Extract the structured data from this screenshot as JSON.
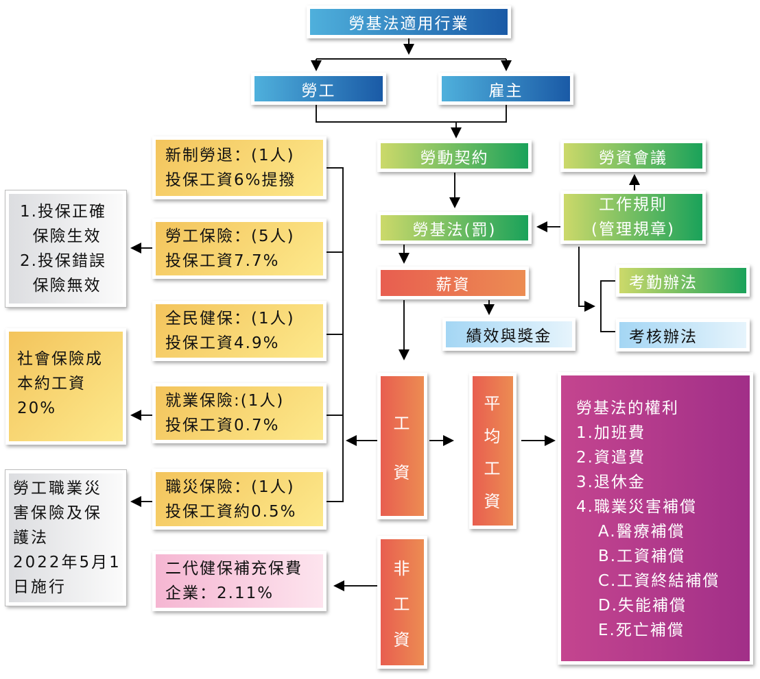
{
  "top": {
    "title": "勞基法適用行業",
    "worker": "勞工",
    "employer": "雇主"
  },
  "green": {
    "contract": "勞動契約",
    "law": "勞基法(罰)",
    "meeting": "勞資會議",
    "rules": [
      "工作規則",
      "(管理規章)"
    ],
    "attendance": "考勤辦法"
  },
  "salary": {
    "label": "薪資",
    "bonus": "績效與獎金",
    "review": "考核辦法"
  },
  "insurance": [
    [
      "新制勞退：(1人)",
      "投保工資6%提撥"
    ],
    [
      "勞工保險：(5人)",
      "投保工資7.7%"
    ],
    [
      "全民健保：(1人)",
      "投保工資4.9%"
    ],
    [
      "就業保險:(1人)",
      "投保工資0.7%"
    ],
    [
      "職災保險：(1人)",
      "投保工資約0.5%"
    ]
  ],
  "notes": {
    "validity": [
      "1.投保正確",
      "  保險生效",
      "2.投保錯誤",
      "  保險無效"
    ],
    "cost": [
      "社會保險成",
      "本約工資",
      "20%"
    ],
    "act": [
      "勞工職業災",
      "害保險及保",
      "護法",
      "2022年5月1",
      "日施行"
    ]
  },
  "nhi2": [
    "二代健保補充保費",
    "企業：2.11%"
  ],
  "wage": {
    "wage": [
      "工",
      "資"
    ],
    "nonwage": [
      "非",
      "工",
      "資"
    ],
    "avg": [
      "平",
      "均",
      "工",
      "資"
    ]
  },
  "rights": {
    "title": "勞基法的權利",
    "items": [
      "1.加班費",
      "2.資遣費",
      "3.退休金",
      "4.職業災害補償"
    ],
    "sub": [
      "A.醫療補償",
      "B.工資補償",
      "C.工資終結補償",
      "D.失能補償",
      "E.死亡補償"
    ]
  }
}
